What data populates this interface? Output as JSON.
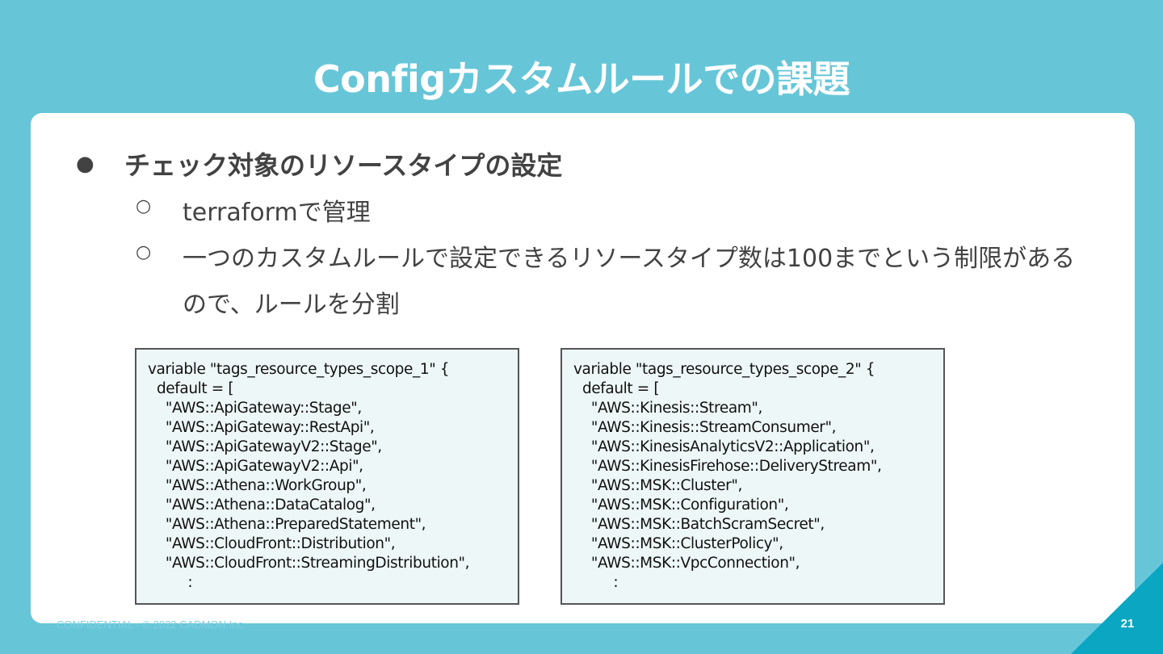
{
  "slide": {
    "title": "Configカスタムルールでの課題",
    "bullets": {
      "main": "チェック対象のリソースタイプの設定",
      "sub1": "terraformで管理",
      "sub2": "一つのカスタムルールで設定できるリソースタイプ数は100までという制限があるので、ルールを分割"
    },
    "code_left": [
      "variable \"tags_resource_types_scope_1\" {",
      "  default = [",
      "    \"AWS::ApiGateway::Stage\",",
      "    \"AWS::ApiGateway::RestApi\",",
      "    \"AWS::ApiGatewayV2::Stage\",",
      "    \"AWS::ApiGatewayV2::Api\",",
      "    \"AWS::Athena::WorkGroup\",",
      "    \"AWS::Athena::DataCatalog\",",
      "    \"AWS::Athena::PreparedStatement\",",
      "    \"AWS::CloudFront::Distribution\",",
      "    \"AWS::CloudFront::StreamingDistribution\",",
      "         :"
    ],
    "code_right": [
      "variable \"tags_resource_types_scope_2\" {",
      "  default = [",
      "    \"AWS::Kinesis::Stream\",",
      "    \"AWS::Kinesis::StreamConsumer\",",
      "    \"AWS::KinesisAnalyticsV2::Application\",",
      "    \"AWS::KinesisFirehose::DeliveryStream\",",
      "    \"AWS::MSK::Cluster\",",
      "    \"AWS::MSK::Configuration\",",
      "    \"AWS::MSK::BatchScramSecret\",",
      "    \"AWS::MSK::ClusterPolicy\",",
      "    \"AWS::MSK::VpcConnection\",",
      "         :"
    ],
    "footer": "CONFIDENTIAL - © 2022 CADMON Inc.",
    "page_number": "21"
  },
  "colors": {
    "background": "#66c6d8",
    "card": "#ffffff",
    "corner_accent": "#0aa6c2",
    "code_bg": "#eef7f7"
  }
}
